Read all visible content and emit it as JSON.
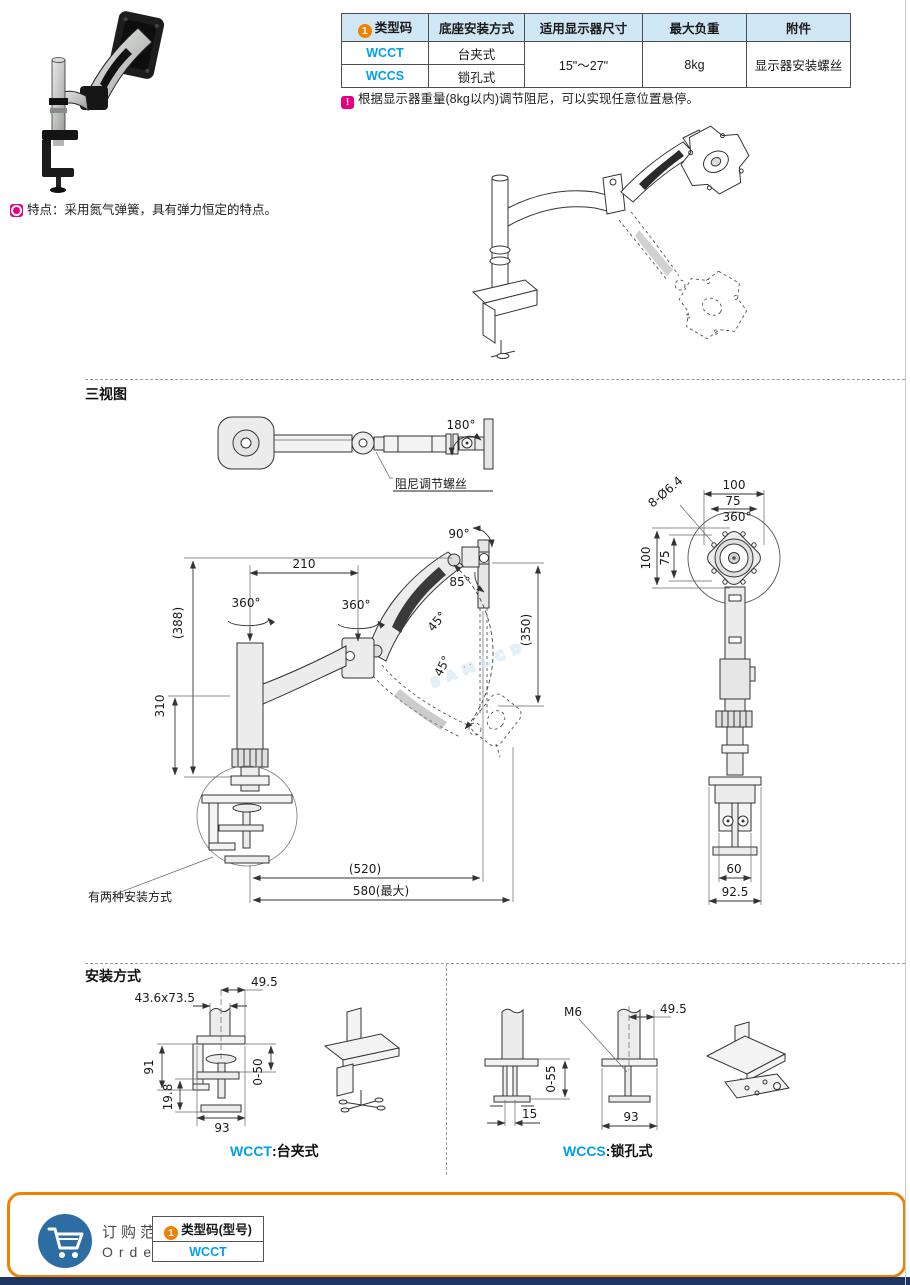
{
  "spec_table": {
    "badge": "1",
    "headers": [
      "类型码",
      "底座安装方式",
      "适用显示器尺寸",
      "最大负重",
      "附件"
    ],
    "rows": [
      {
        "code": "WCCT",
        "mount": "台夹式"
      },
      {
        "code": "WCCS",
        "mount": "锁孔式"
      }
    ],
    "screen_size": "15\"～27\"",
    "max_load": "8kg",
    "accessory": "显示器安装螺丝",
    "note": "根据显示器重量(8kg以内)调节阻尼，可以实现任意位置悬停。"
  },
  "feature": {
    "text": "特点：采用氮气弹簧，具有弹力恒定的特点。"
  },
  "sections": {
    "three_view": "三视图",
    "mounting": "安装方式"
  },
  "top_view": {
    "angle": "180°",
    "damper_label": "阻尼调节螺丝"
  },
  "front_view": {
    "d210": "210",
    "rot_left": "360°",
    "rot_mid": "360°",
    "d388": "(388)",
    "d310": "310",
    "a90": "90°",
    "a85": "85°",
    "a45_upper": "45°",
    "a45_lower": "45°",
    "d350": "(350)",
    "d520": "(520)",
    "d580": "580(最大)",
    "mount_note": "有两种安装方式"
  },
  "side_view": {
    "d100_top": "100",
    "d75_top": "75",
    "rot": "360°",
    "holes": "8-Ø6.4",
    "d100_left": "100",
    "d75_left": "75",
    "d60": "60",
    "d92_5": "92.5"
  },
  "mount_wcct": {
    "d49_5": "49.5",
    "slot": "43.6x73.5",
    "d91": "91",
    "d19_8": "19.8",
    "clamp_range": "0-50",
    "d93": "93",
    "code": "WCCT",
    "name": ":台夹式"
  },
  "mount_wccs": {
    "m6": "M6",
    "d49_5": "49.5",
    "clamp_range": "0-55",
    "d15": "15",
    "d93": "93",
    "code": "WCCS",
    "name": ":锁孔式"
  },
  "order": {
    "title_cn": "订购范例",
    "title_en": "Order",
    "badge": "1",
    "col_header": "类型码(型号)",
    "example_code": "WCCT"
  },
  "watermark": "SAMLCD",
  "colors": {
    "accent_orange": "#f08200",
    "code_blue": "#00a0e9",
    "note_pink": "#e5007f",
    "table_header_bg": "#cfe6f4",
    "navy_footer": "#1e3563",
    "cart_blue": "#2d6da3",
    "watermark_blue": "#cfe4f4"
  }
}
